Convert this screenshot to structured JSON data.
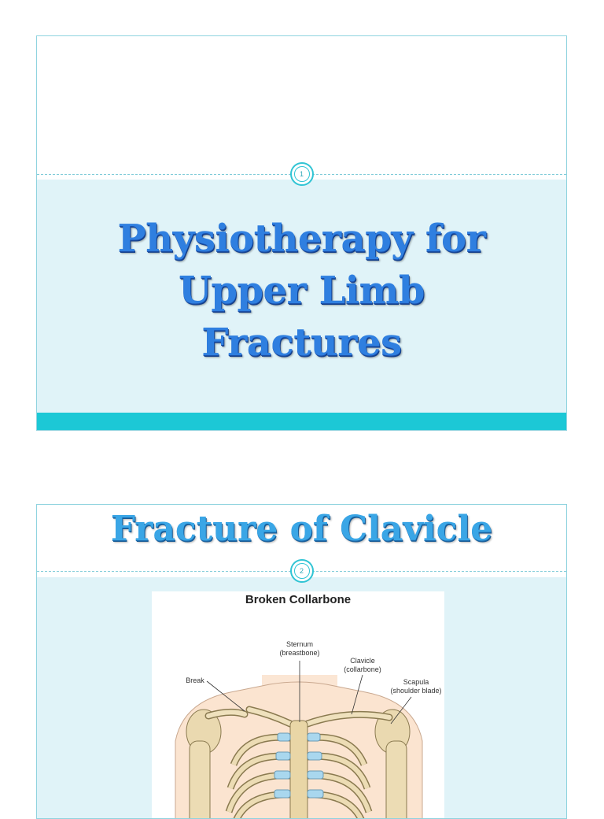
{
  "slides": [
    {
      "number": "1",
      "title_lines": [
        "Physiotherapy for",
        "Upper Limb",
        "Fractures"
      ]
    },
    {
      "number": "2",
      "title": "Fracture of Clavicle",
      "figure": {
        "title": "Broken Collarbone",
        "labels": {
          "sternum": "Sternum",
          "sternum_sub": "(breastbone)",
          "clavicle": "Clavicle",
          "clavicle_sub": "(collarbone)",
          "break": "Break",
          "scapula": "Scapula",
          "scapula_sub": "(shoulder blade)"
        }
      }
    }
  ],
  "colors": {
    "accent": "#1cc8d6",
    "panel": "#e0f3f8",
    "title_blue": "#2f7fe0"
  }
}
